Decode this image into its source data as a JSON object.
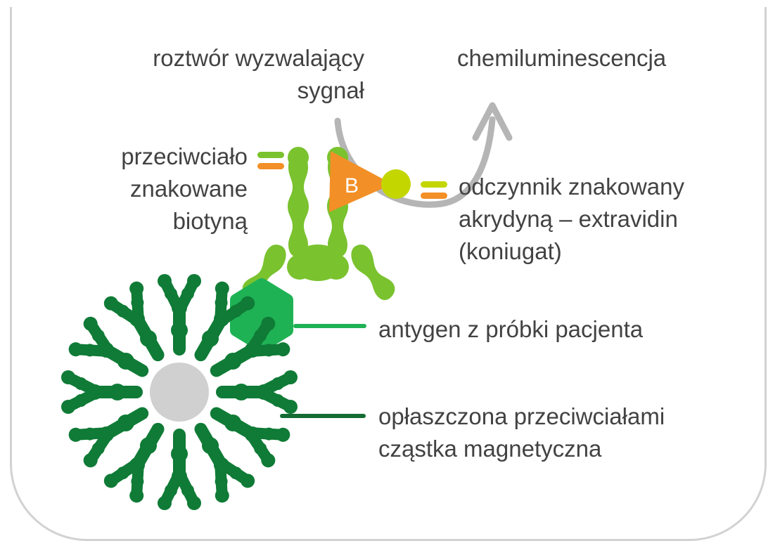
{
  "diagram": {
    "title_text_language": "pl",
    "labels": {
      "trigger_solution": "roztwór wyzwalający\nsygnał",
      "chemiluminescence": "chemiluminescencja",
      "biotin_antibody": "przeciwciało\nznakowane\nbiotyną",
      "conjugate": "odczynnik znakowany\nakrydyną – extravidin\n(koniugat)",
      "antigen": "antygen z próbki pacjenta",
      "magnetic_particle": "opłaszczona przeciwciałami\ncząstka magnetyczna"
    },
    "shapes": {
      "biotin_tag_letter": "B",
      "biotin_triangle_name": "biotin-triangle",
      "acridine_dot_name": "acridinium-label-dot",
      "antigen_hex_name": "antigen-hexagon",
      "bead_name": "magnetic-bead",
      "arrow_name": "signal-arrow",
      "capture_antibody_count": 12
    },
    "colors": {
      "text": "#424242",
      "frame_border": "#d2d2d2",
      "arrow_gray": "#b5b5b5",
      "antibody_light_green": "#7ac22e",
      "antibody_dark_green": "#0f7b36",
      "antigen_green": "#1fb255",
      "particle_line_green": "#136b33",
      "orange": "#f28f26",
      "marker_green": "#7ac22e",
      "acridine_yellow_green": "#c3d600",
      "bead_gray": "#d0d0d0",
      "white": "#ffffff"
    }
  }
}
